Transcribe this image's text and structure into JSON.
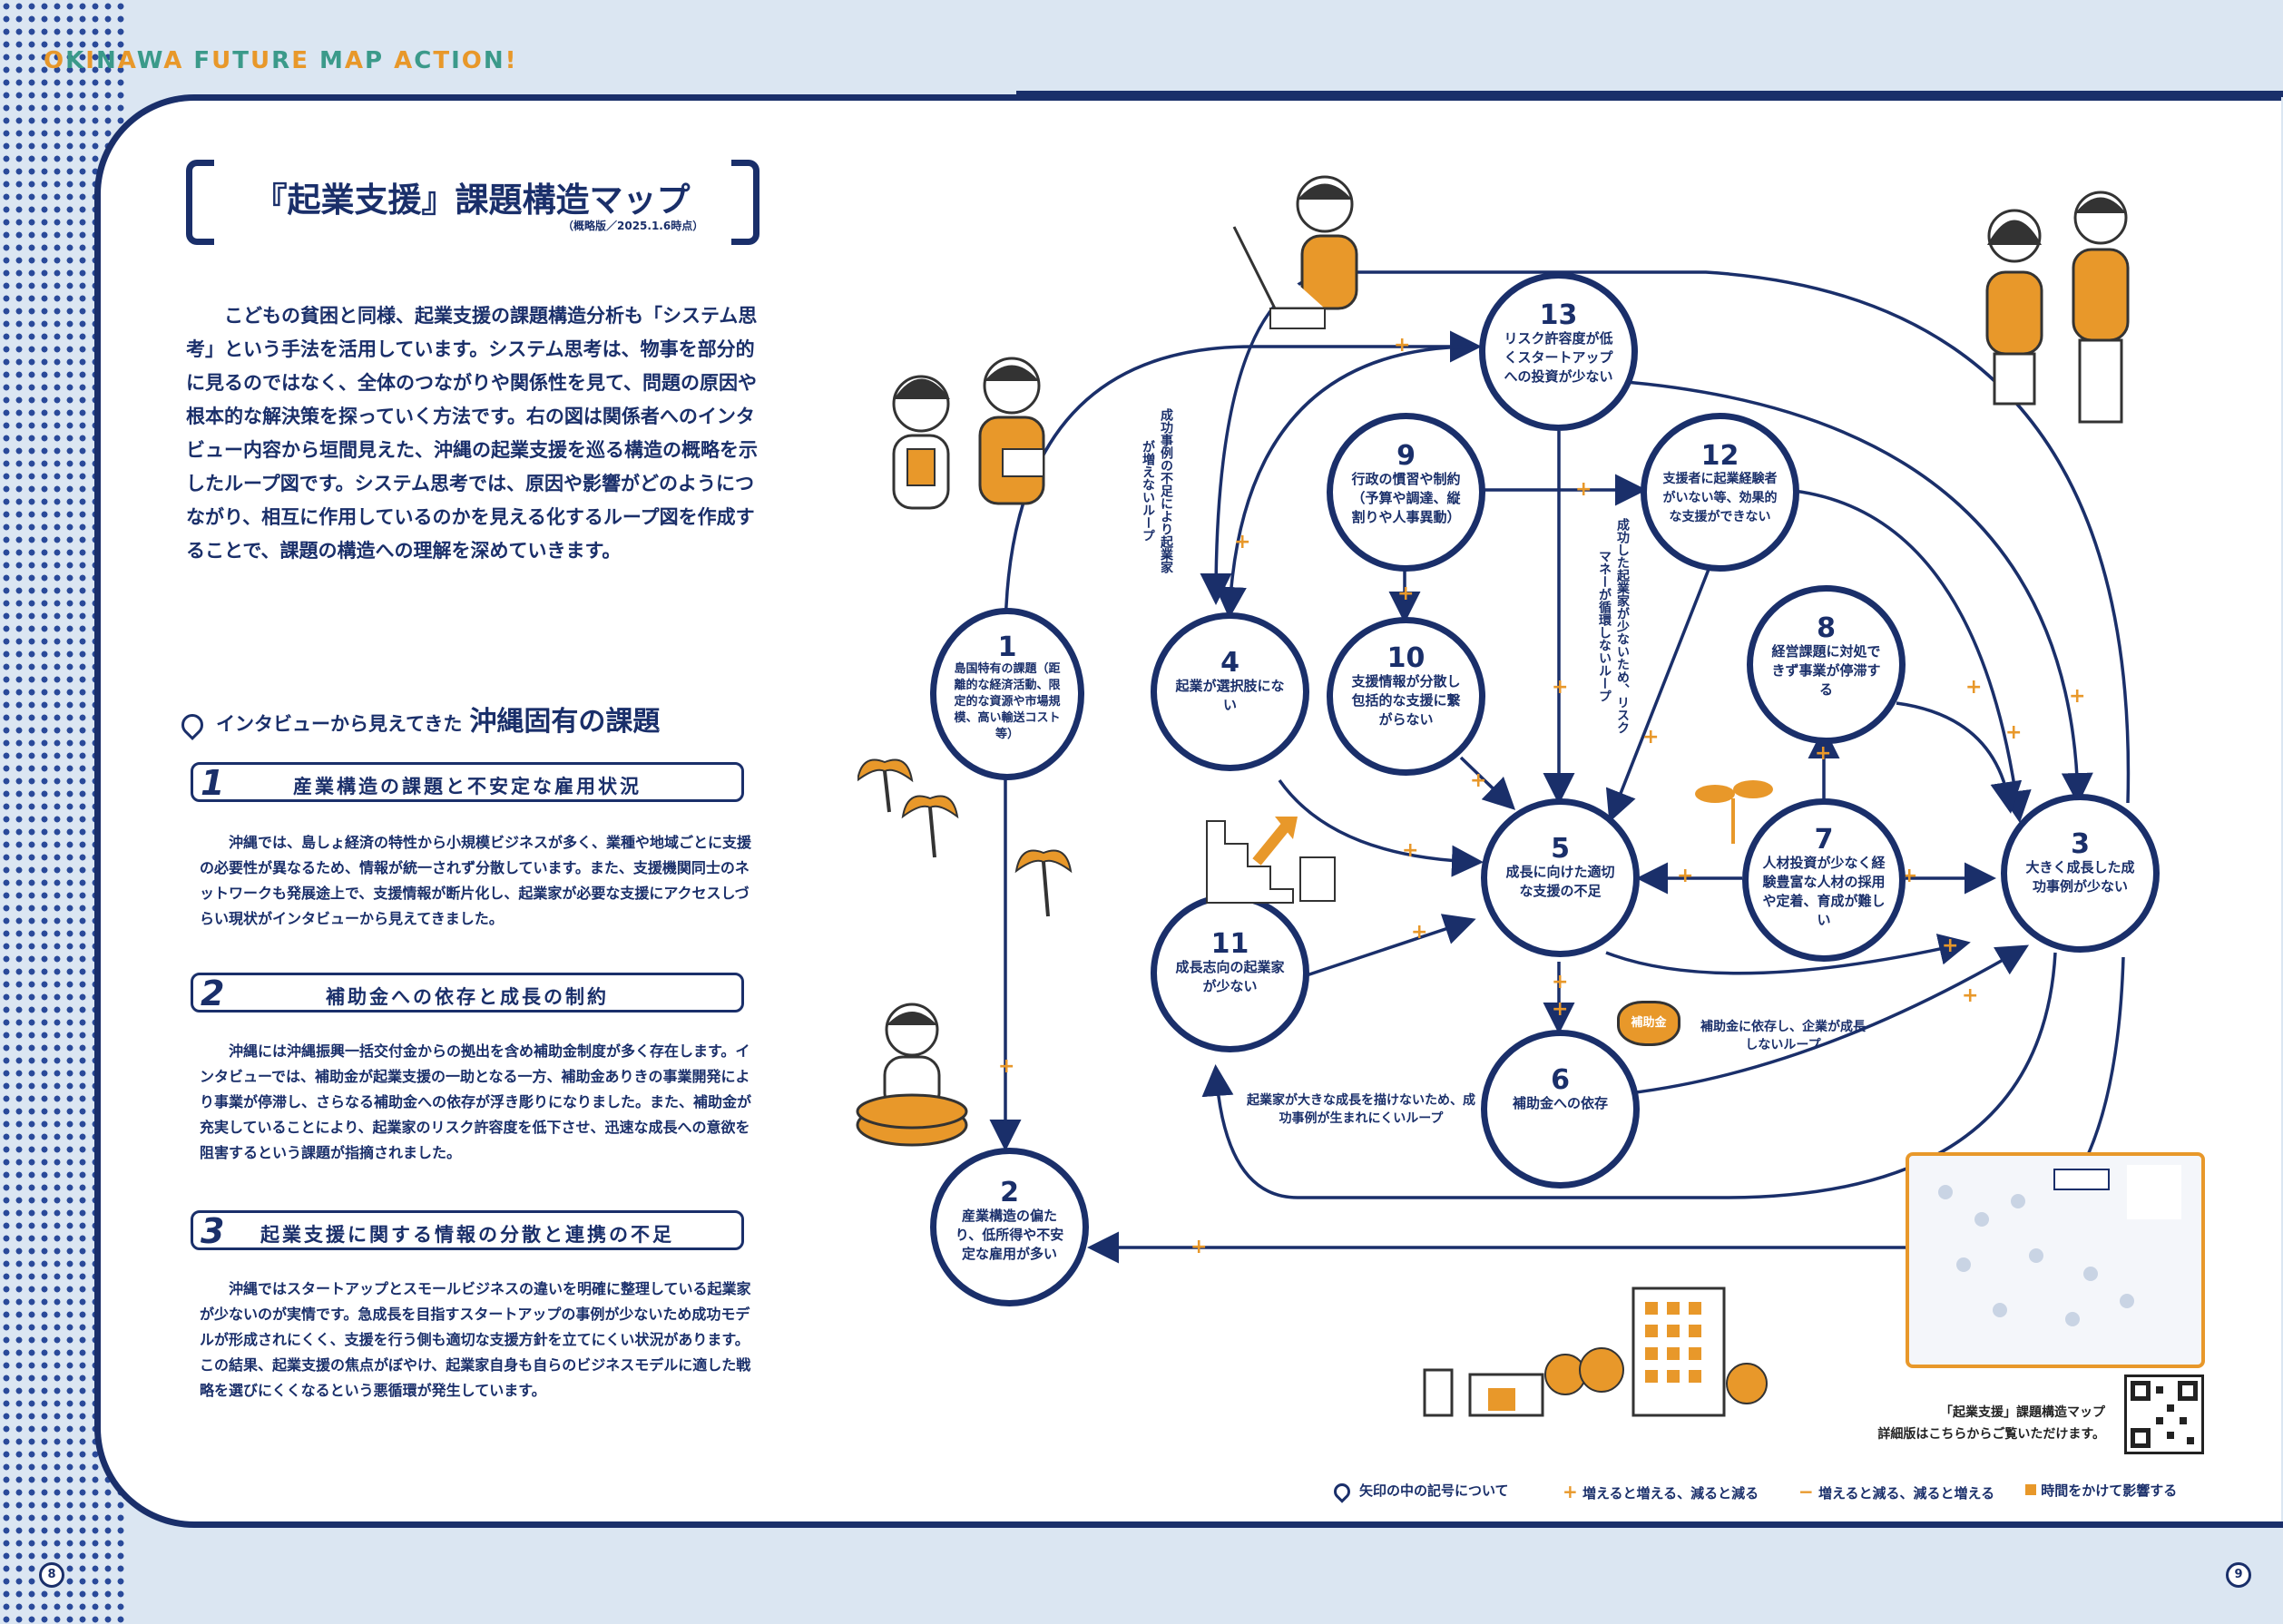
{
  "brand": "OKINAWA FUTURE MAP ACTION!",
  "page_left": "8",
  "page_right": "9",
  "title": "『起業支援』課題構造マップ",
  "subtitle": "（概略版／2025.1.6時点）",
  "intro": "こどもの貧困と同様、起業支援の課題構造分析も「システム思考」という手法を活用しています。システム思考は、物事を部分的に見るのではなく、全体のつながりや関係性を見て、問題の原因や根本的な解決策を探っていく方法です。右の図は関係者へのインタビュー内容から垣間見えた、沖縄の起業支援を巡る構造の概略を示したループ図です。システム思考では、原因や影響がどのようにつながり、相互に作用しているのかを見える化するループ図を作成することで、課題の構造への理解を深めていきます。",
  "section_prefix": "インタビューから見えてきた",
  "section_title": "沖縄固有の課題",
  "issues": [
    {
      "num": "1",
      "label": "産業構造の課題と不安定な雇用状況",
      "body": "沖縄では、島しょ経済の特性から小規模ビジネスが多く、業種や地域ごとに支援の必要性が異なるため、情報が統一されず分散しています。また、支援機関同士のネットワークも発展途上で、支援情報が断片化し、起業家が必要な支援にアクセスしづらい現状がインタビューから見えてきました。"
    },
    {
      "num": "2",
      "label": "補助金への依存と成長の制約",
      "body": "沖縄には沖縄振興一括交付金からの拠出を含め補助金制度が多く存在します。インタビューでは、補助金が起業支援の一助となる一方、補助金ありきの事業開発により事業が停滞し、さらなる補助金への依存が浮き彫りになりました。また、補助金が充実していることにより、起業家のリスク許容度を低下させ、迅速な成長への意欲を阻害するという課題が指摘されました。"
    },
    {
      "num": "3",
      "label": "起業支援に関する情報の分散と連携の不足",
      "body": "沖縄ではスタートアップとスモールビジネスの違いを明確に整理している起業家が少ないのが実情です。急成長を目指すスタートアップの事例が少ないため成功モデルが形成されにくく、支援を行う側も適切な支援方針を立てにくい状況があります。この結果、起業支援の焦点がぼやけ、起業家自身も自らのビジネスモデルに適した戦略を選びにくくなるという悪循環が発生しています。"
    }
  ],
  "nodes": {
    "n1": {
      "num": "1",
      "text": "島国特有の課題（距離的な経済活動、限定的な資源や市場規模、高い輸送コスト等）"
    },
    "n2": {
      "num": "2",
      "text": "産業構造の偏たり、低所得や不安定な雇用が多い"
    },
    "n3": {
      "num": "3",
      "text": "大きく成長した成功事例が少ない"
    },
    "n4": {
      "num": "4",
      "text": "起業が選択肢にない"
    },
    "n5": {
      "num": "5",
      "text": "成長に向けた適切な支援の不足"
    },
    "n6": {
      "num": "6",
      "text": "補助金への依存"
    },
    "n7": {
      "num": "7",
      "text": "人材投資が少なく経験豊富な人材の採用や定着、育成が難しい"
    },
    "n8": {
      "num": "8",
      "text": "経営課題に対処できず事業が停滞する"
    },
    "n9": {
      "num": "9",
      "text": "行政の慣習や制約（予算や調達、縦割りや人事異動）"
    },
    "n10": {
      "num": "10",
      "text": "支援情報が分散し包括的な支援に繋がらない"
    },
    "n11": {
      "num": "11",
      "text": "成長志向の起業家が少ない"
    },
    "n12": {
      "num": "12",
      "text": "支援者に起業経験者がいない等、効果的な支援ができない"
    },
    "n13": {
      "num": "13",
      "text": "リスク許容度が低くスタートアップへの投資が少ない"
    }
  },
  "loops": {
    "loop_a": "成功事例の不足により起業家が増えないループ",
    "loop_b": "成功した起業家が少ないため、リスクマネーが循環しないループ",
    "loop_c": "補助金に依存し、企業が成長しないループ",
    "loop_d": "起業家が大きな成長を描けないため、成功事例が生まれにくいループ"
  },
  "badge_hojokin": "補助金",
  "qr_note": [
    "「起業支援」課題構造マップ",
    "詳細版はこちらからご覧いただけます。"
  ],
  "legend": {
    "title": "矢印の中の記号について",
    "plus": "増えると増える、減ると減る",
    "minus": "増えると減る、減ると増える",
    "delay": "時間をかけて影響する"
  },
  "colors": {
    "navy": "#1a2f6a",
    "orange": "#e8982a",
    "background": "#dbe6f2"
  }
}
